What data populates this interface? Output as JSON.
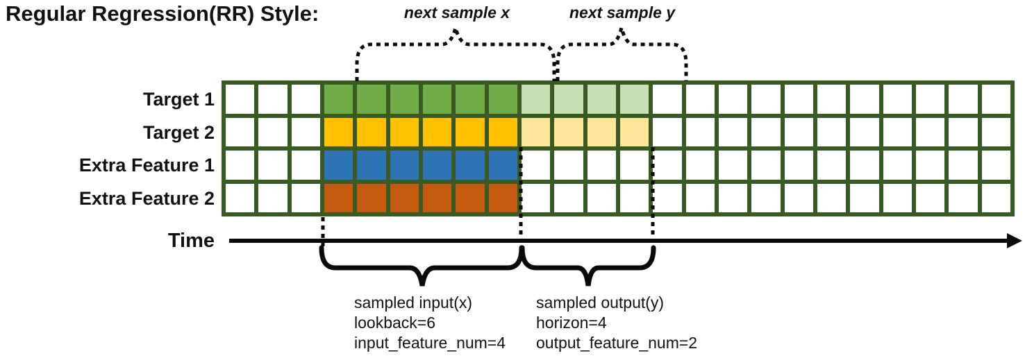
{
  "title": "Regular Regression(RR) Style:",
  "colors": {
    "grid_border": "#3A5A23",
    "green": "#70AD47",
    "green_light": "#C6E0B4",
    "yellow": "#FFC000",
    "yellow_light": "#FFE699",
    "blue": "#2E75B6",
    "orange": "#C55A11",
    "line_black": "#0a0a0a"
  },
  "grid": {
    "total_cols": 24,
    "lead_cols": 3,
    "lookback": 6,
    "horizon": 4,
    "rows": [
      {
        "label": "Target 1",
        "input_color": "green",
        "output_color": "green_light"
      },
      {
        "label": "Target 2",
        "input_color": "yellow",
        "output_color": "yellow_light"
      },
      {
        "label": "Extra Feature 1",
        "input_color": "blue",
        "output_color": null
      },
      {
        "label": "Extra Feature 2",
        "input_color": "orange",
        "output_color": null
      }
    ]
  },
  "annotations": {
    "next_sample_x": "next sample x",
    "next_sample_y": "next sample y",
    "time_label": "Time",
    "input_lines": [
      "sampled input(x)",
      "lookback=6",
      "input_feature_num=4"
    ],
    "output_lines": [
      "sampled output(y)",
      "horizon=4",
      "output_feature_num=2"
    ]
  }
}
